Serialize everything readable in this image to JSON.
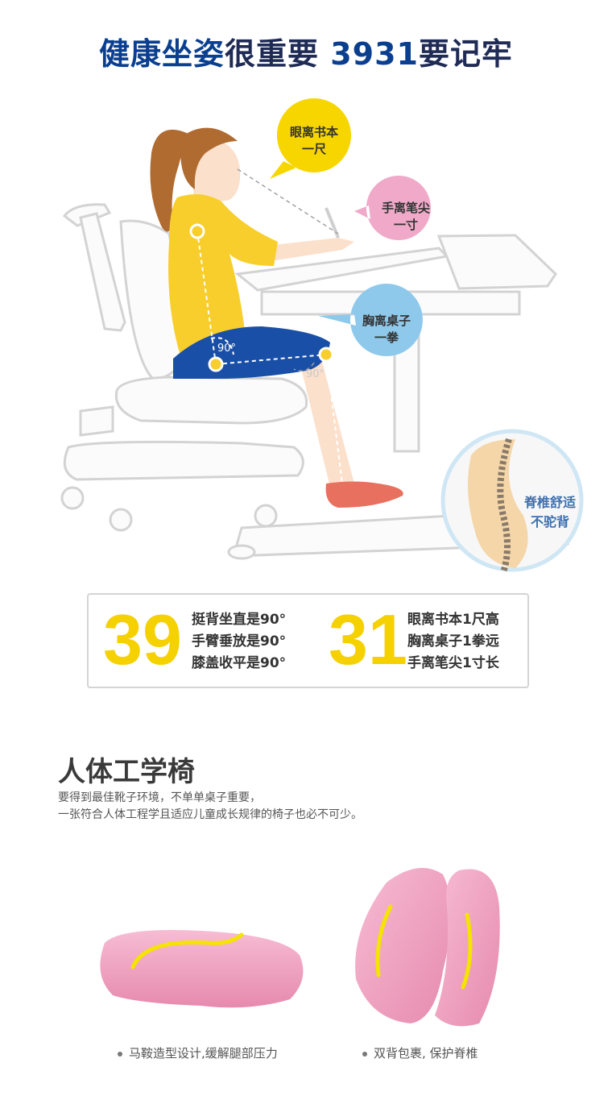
{
  "headline": {
    "part1": "健康坐姿",
    "part2": "很重要 ",
    "part3": "3931",
    "part4": "要记牢"
  },
  "bubbles": {
    "eye_line1": "眼离书本",
    "eye_line2": "一尺",
    "hand_line1": "手离笔尖",
    "hand_line2": "一寸",
    "chest_line1": "胸离桌子",
    "chest_line2": "一拳",
    "spine_line1": "脊椎舒适",
    "spine_line2": "不驼背"
  },
  "angles": {
    "hip": "90°",
    "knee": "90°"
  },
  "stats": {
    "left_number": "39",
    "left_lines": [
      "挺背坐直是90°",
      "手臂垂放是90°",
      "膝盖收平是90°"
    ],
    "right_number": "31",
    "right_lines": [
      "眼离书本1尺高",
      "胸离桌子1拳远",
      "手离笔尖1寸长"
    ]
  },
  "section": {
    "title": "人体工学椅",
    "desc_line1": "要得到最佳靴子环境，不单单桌子重要，",
    "desc_line2": "一张符合人体工程学且适应儿童成长规律的椅子也必不可少。"
  },
  "captions": {
    "seat": "马鞍造型设计,缓解腿部压力",
    "back": "双背包裹, 保护脊椎"
  },
  "colors": {
    "brand_blue": "#0a3f8f",
    "bubble_yellow": "#f7d600",
    "bubble_pink": "#f0a9c8",
    "bubble_blue": "#8ec9ec",
    "shirt_yellow": "#f8ce2c",
    "skirt_blue": "#1a4fa8",
    "cushion_pink": "#f2a6c4"
  }
}
